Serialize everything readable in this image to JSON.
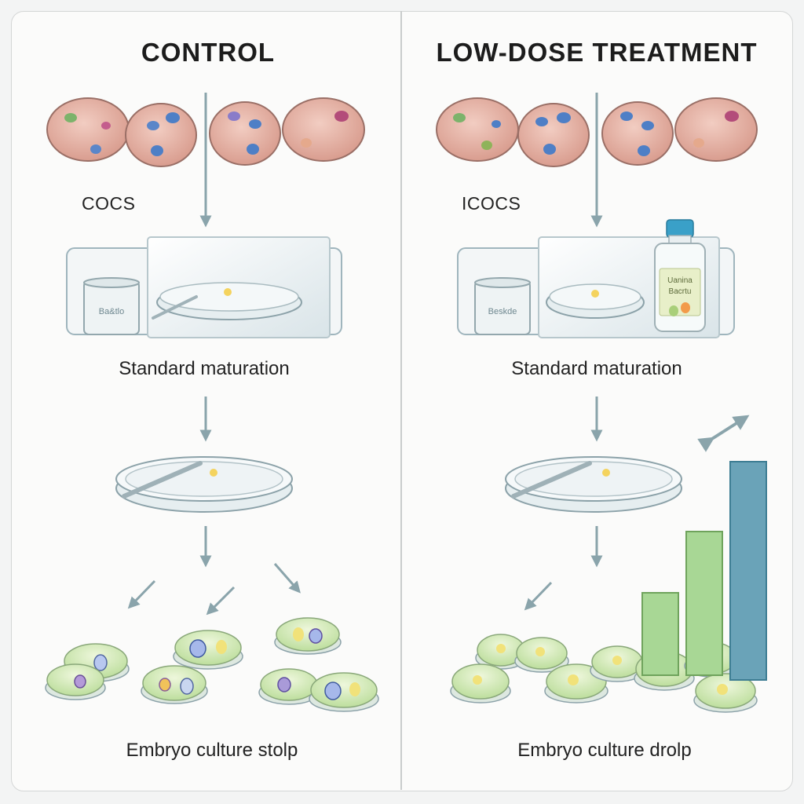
{
  "panels": [
    {
      "heading": "CONTROL",
      "cells_label": "COCS",
      "beaker_label": "Ba&tlo",
      "step_label": "Standard maturation",
      "final_label": "Embryo culture stolp"
    },
    {
      "heading": "LOW-DOSE TREATMENT",
      "cells_label": "ICOCS",
      "beaker_label": "Beskde",
      "bottle_label_line1": "Uanina",
      "bottle_label_line2": "Bacrtu",
      "step_label": "Standard maturation",
      "final_label": "Embryo culture drolp"
    }
  ],
  "colors": {
    "arrow": "#8aa4ab",
    "cell_body": "#e6b3a6",
    "embryo_green": "#cfe8b4",
    "bar_green": "#9fd08a",
    "bar_blue": "#6aa3b8"
  }
}
